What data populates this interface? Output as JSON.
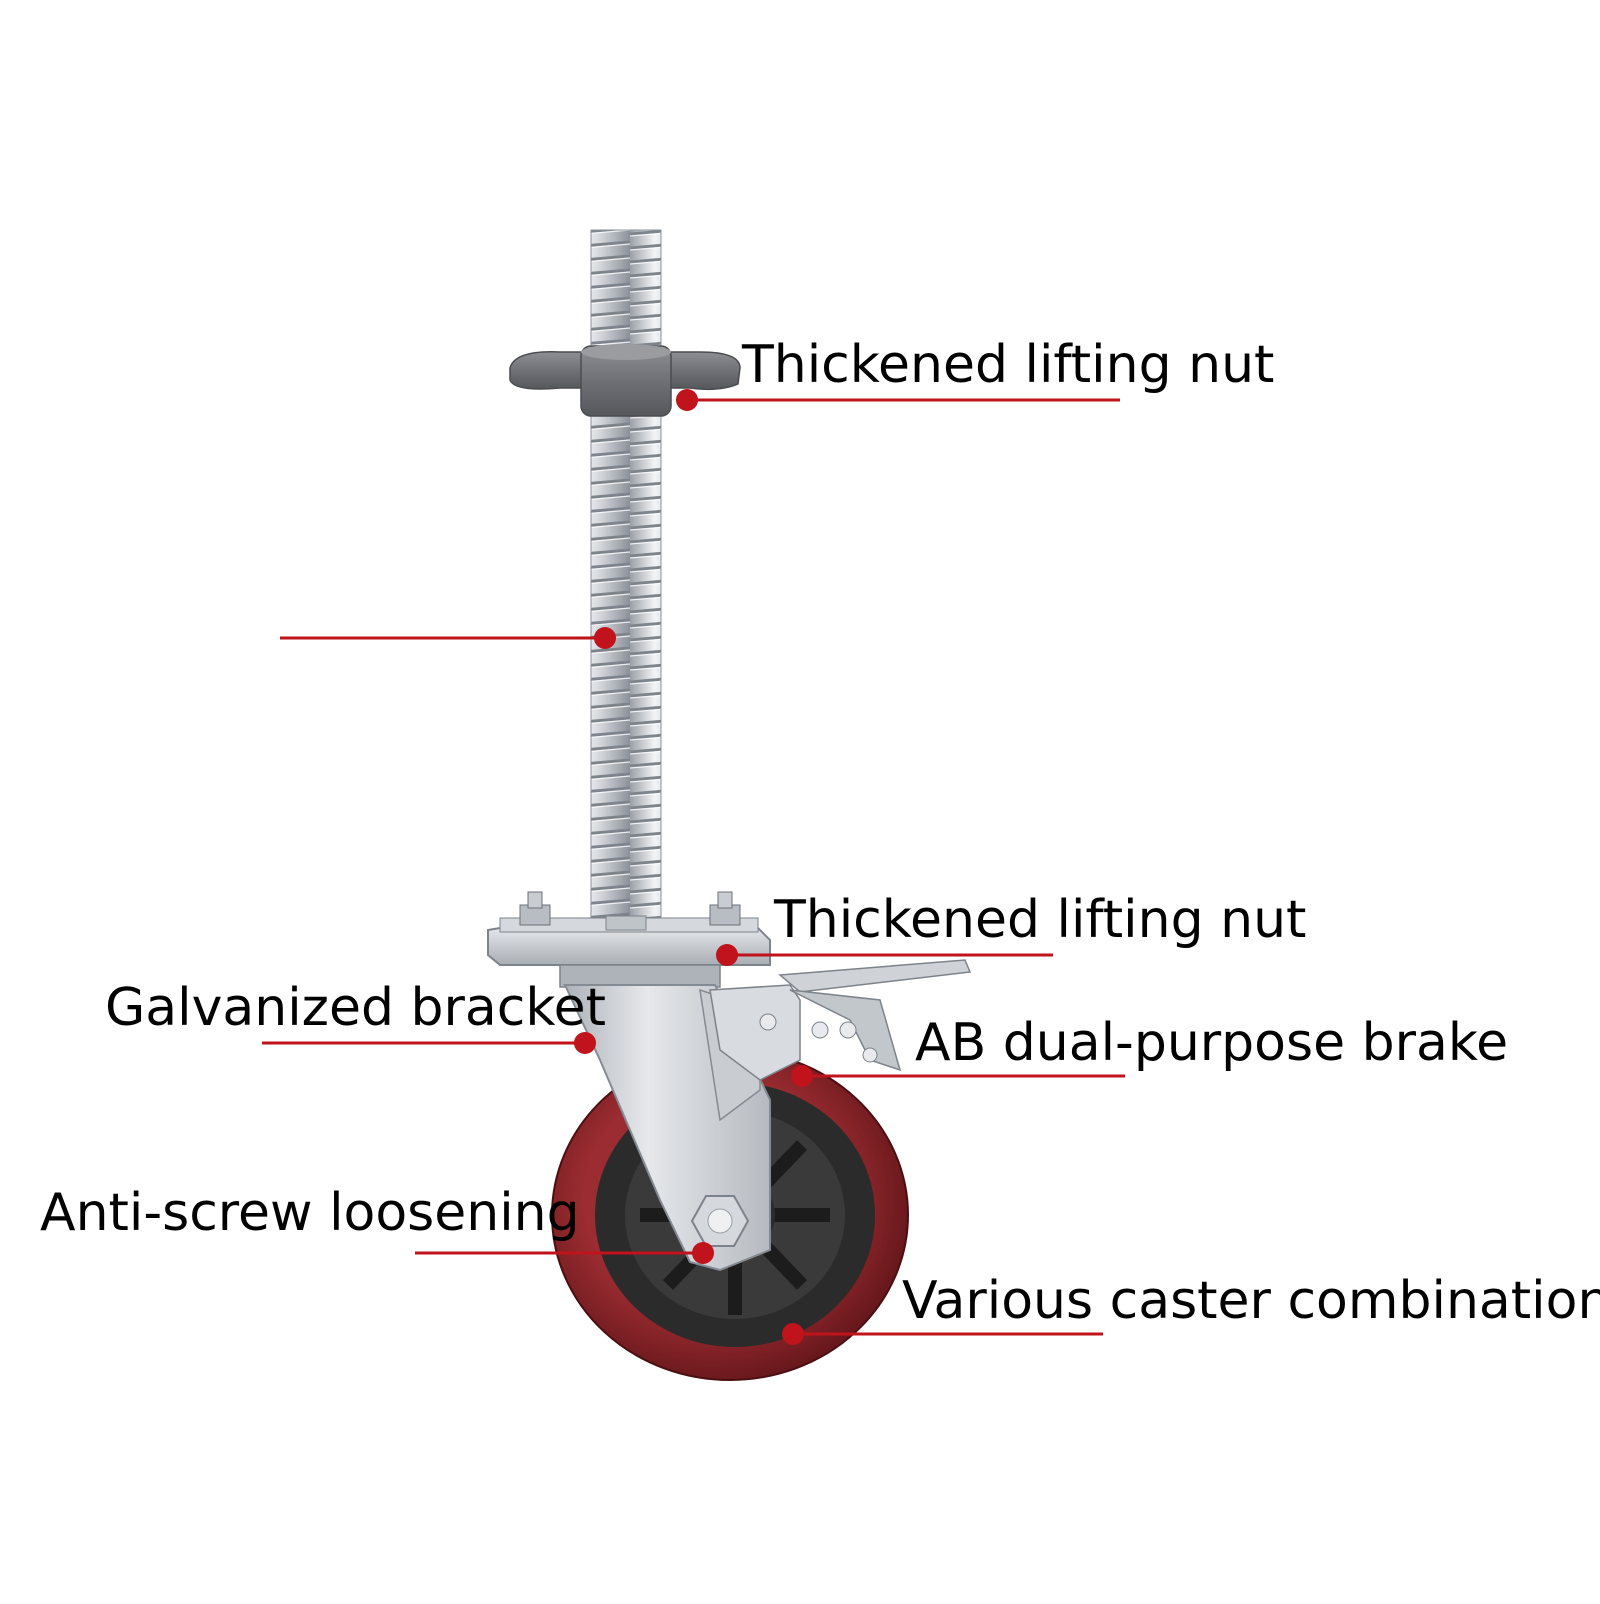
{
  "labels": {
    "nut_top": "Thickened lifting nut",
    "nut_plate": "Thickened lifting nut",
    "bracket": "Galvanized bracket",
    "brake": "AB dual-purpose brake",
    "axle": "Anti-screw loosening",
    "wheel": "Various caster combinations"
  },
  "colors": {
    "leader_line": "#c0131b",
    "leader_dot": "#c0131b",
    "label_text": "#000000",
    "background": "#ffffff",
    "wheel_tread": "#8a2328",
    "wheel_hub": "#2b2b2b",
    "metal": "#c9ccd0"
  },
  "icons": {
    "leader_marker": "red-dot"
  }
}
